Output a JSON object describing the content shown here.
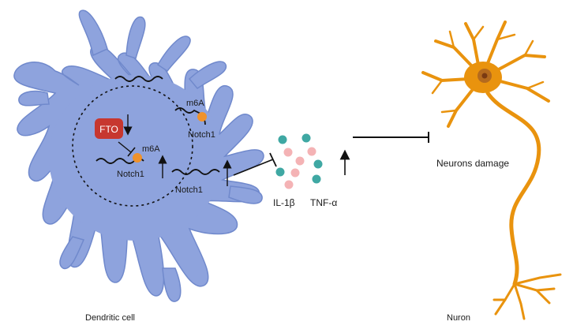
{
  "labels": {
    "dendritic_cell": "Dendritic cell",
    "neuron": "Nuron",
    "neurons_damage": "Neurons damage",
    "fto": "FTO",
    "m6a_cytoplasm": "m6A",
    "m6a_nucleus": "m6A",
    "notch1_cytoplasm_upper": "Notch1",
    "notch1_nucleus": "Notch1",
    "notch1_cytoplasm_lower": "Notch1",
    "il1b": "IL-1β",
    "tnfa": "TNF-α"
  },
  "colors": {
    "cell_fill": "#8EA3DD",
    "cell_stroke": "#7089CC",
    "fto_box": "#C7372F",
    "m6a_dot": "#F0922B",
    "neuron_fill": "#E9930E",
    "nucleus_fill": "#B46A1E",
    "nucleolus": "#7A3A12",
    "cytokine_teal": "#3FA8A3",
    "cytokine_pink": "#F4B3B5",
    "rna_stroke": "#111111"
  }
}
